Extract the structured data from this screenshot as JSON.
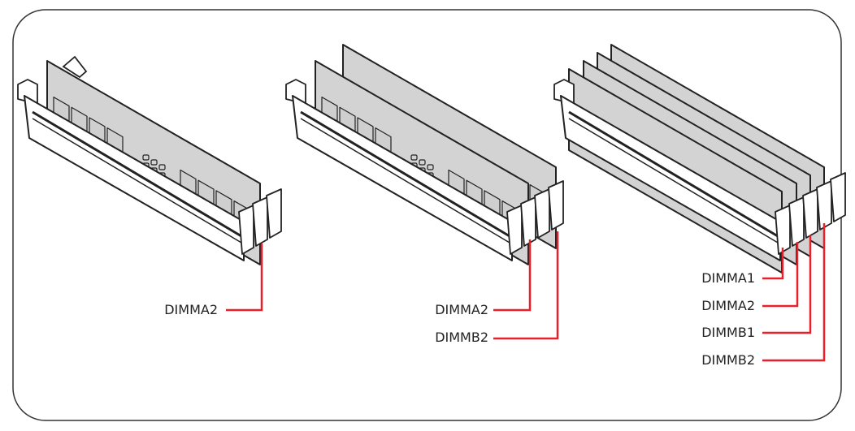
{
  "colors": {
    "leader": "#e8202a",
    "module": "#d3d3d3",
    "outline": "#222222",
    "frame": "#333333"
  },
  "configs": [
    {
      "name": "one-module",
      "labels": [
        "DIMMA2"
      ]
    },
    {
      "name": "two-modules",
      "labels": [
        "DIMMA2",
        "DIMMB2"
      ]
    },
    {
      "name": "four-modules",
      "labels": [
        "DIMMA1",
        "DIMMA2",
        "DIMMB1",
        "DIMMB2"
      ]
    }
  ]
}
